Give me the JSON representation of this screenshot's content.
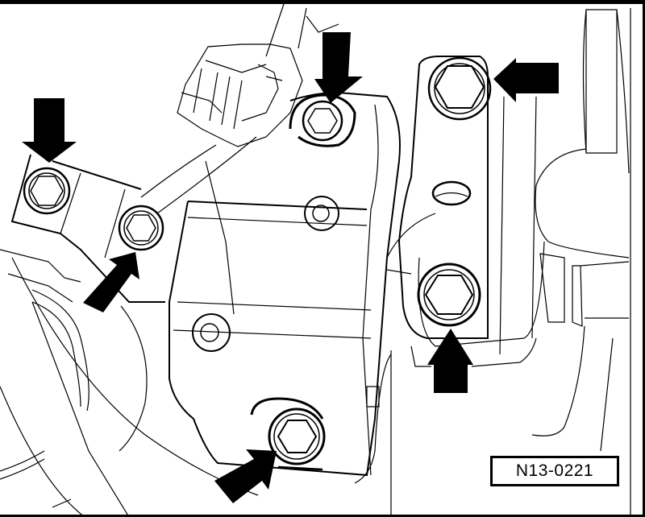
{
  "figure": {
    "label": "N13-0221",
    "description": "Line-art repair illustration of an engine/transmission mount bracket with six arrows indicating mounting bolts",
    "line_color": "#000000",
    "background_color": "#ffffff",
    "arrows": [
      {
        "id": "arrow-1",
        "direction": "down",
        "target": "bolt-left-bracket"
      },
      {
        "id": "arrow-2",
        "direction": "up-right",
        "target": "bolt-left-lower"
      },
      {
        "id": "arrow-3",
        "direction": "down",
        "target": "bolt-top-center"
      },
      {
        "id": "arrow-4",
        "direction": "left",
        "target": "bolt-top-right"
      },
      {
        "id": "arrow-5",
        "direction": "up",
        "target": "bolt-right-lower"
      },
      {
        "id": "arrow-6",
        "direction": "up-right",
        "target": "bolt-bottom"
      }
    ],
    "bolts": [
      {
        "id": "bolt-left-bracket"
      },
      {
        "id": "bolt-left-lower"
      },
      {
        "id": "bolt-top-center"
      },
      {
        "id": "bolt-top-right"
      },
      {
        "id": "bolt-right-lower"
      },
      {
        "id": "bolt-bottom"
      }
    ]
  }
}
